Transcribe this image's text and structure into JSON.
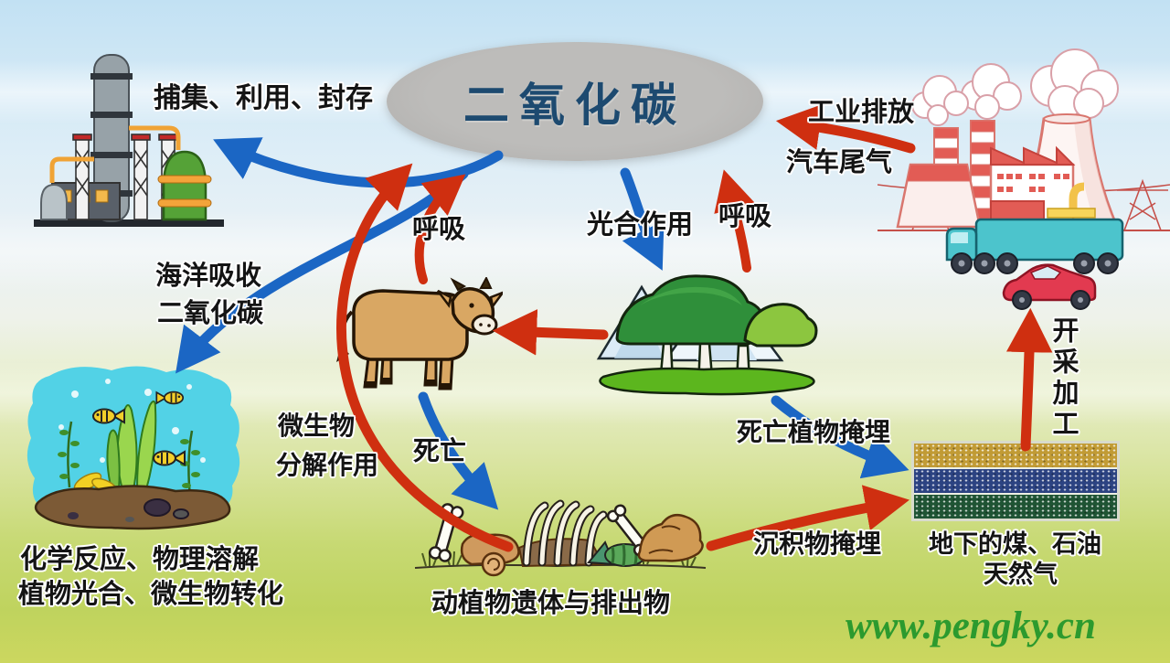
{
  "co2_label": "二氧化碳",
  "labels": {
    "capture": "捕集、利用、封存",
    "ocean_absorb_1": "海洋吸收",
    "ocean_absorb_2": "二氧化碳",
    "breath_cow": "呼吸",
    "photosynthesis": "光合作用",
    "breath_forest": "呼吸",
    "industrial_emission": "工业排放",
    "vehicle_exhaust": "汽车尾气",
    "microbe_1": "微生物",
    "microbe_2": "分解作用",
    "death": "死亡",
    "dead_plant_burial": "死亡植物掩埋",
    "sediment_burial": "沉积物掩埋",
    "underground_1": "地下的煤、石油",
    "underground_2": "天然气",
    "mining": "开采加工",
    "ocean_caption_1": "化学反应、物理溶解",
    "ocean_caption_2": "植物光合、微生物转化",
    "remains_caption": "动植物遗体与排出物"
  },
  "watermark": "www.pengky.cn",
  "colors": {
    "arrow_blue": "#1b66c4",
    "arrow_red": "#cf2f10",
    "ellipse_fill": "#b8b6b4",
    "co2_text": "#1d4a70",
    "watermark_green": "#2c9a2e"
  }
}
